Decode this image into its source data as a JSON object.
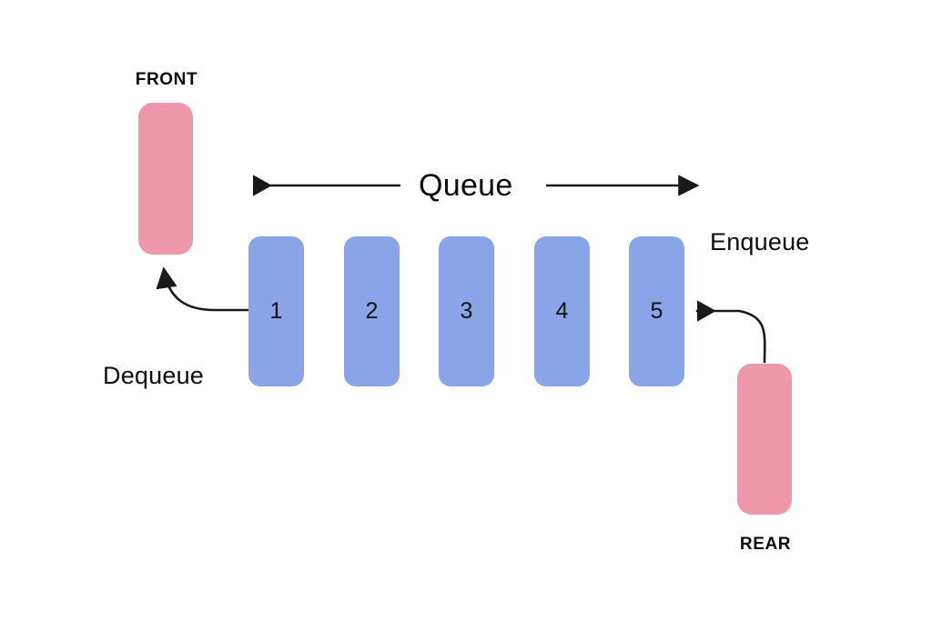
{
  "diagram": {
    "title": "Queue",
    "background_color": "#ffffff",
    "queue_cell_color": "#8aa4e8",
    "pointer_box_color": "#ee96aa",
    "arrow_color": "#1a1a1a",
    "text_color": "#0d0d0d"
  },
  "title_label": "Queue",
  "pointers": {
    "front": {
      "label": "FRONT",
      "color": "#ee96aa"
    },
    "rear": {
      "label": "REAR",
      "color": "#ee96aa"
    }
  },
  "operations": {
    "enqueue": "Enqueue",
    "dequeue": "Dequeue"
  },
  "queue_cells": [
    {
      "value": "1"
    },
    {
      "value": "2"
    },
    {
      "value": "3"
    },
    {
      "value": "4"
    },
    {
      "value": "5"
    }
  ],
  "arrows": {
    "span_left": "queue-span-arrow-left",
    "span_right": "queue-span-arrow-right",
    "dequeue_curve": "dequeue-curved-arrow",
    "enqueue_curve": "enqueue-curved-arrow"
  }
}
